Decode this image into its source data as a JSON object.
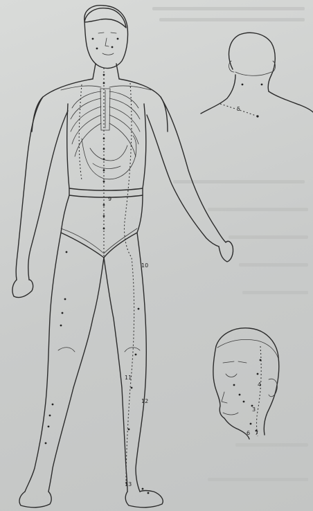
{
  "figure": {
    "labels": [
      {
        "id": "5",
        "text": "5"
      },
      {
        "id": "9",
        "text": "9"
      },
      {
        "id": "10",
        "text": "10"
      },
      {
        "id": "11",
        "text": "11"
      },
      {
        "id": "12",
        "text": "12"
      },
      {
        "id": "13",
        "text": "13"
      },
      {
        "id": "3",
        "text": "3"
      },
      {
        "id": "4",
        "text": "4"
      },
      {
        "id": "6",
        "text": "6"
      },
      {
        "id": "7",
        "text": "7"
      }
    ]
  }
}
